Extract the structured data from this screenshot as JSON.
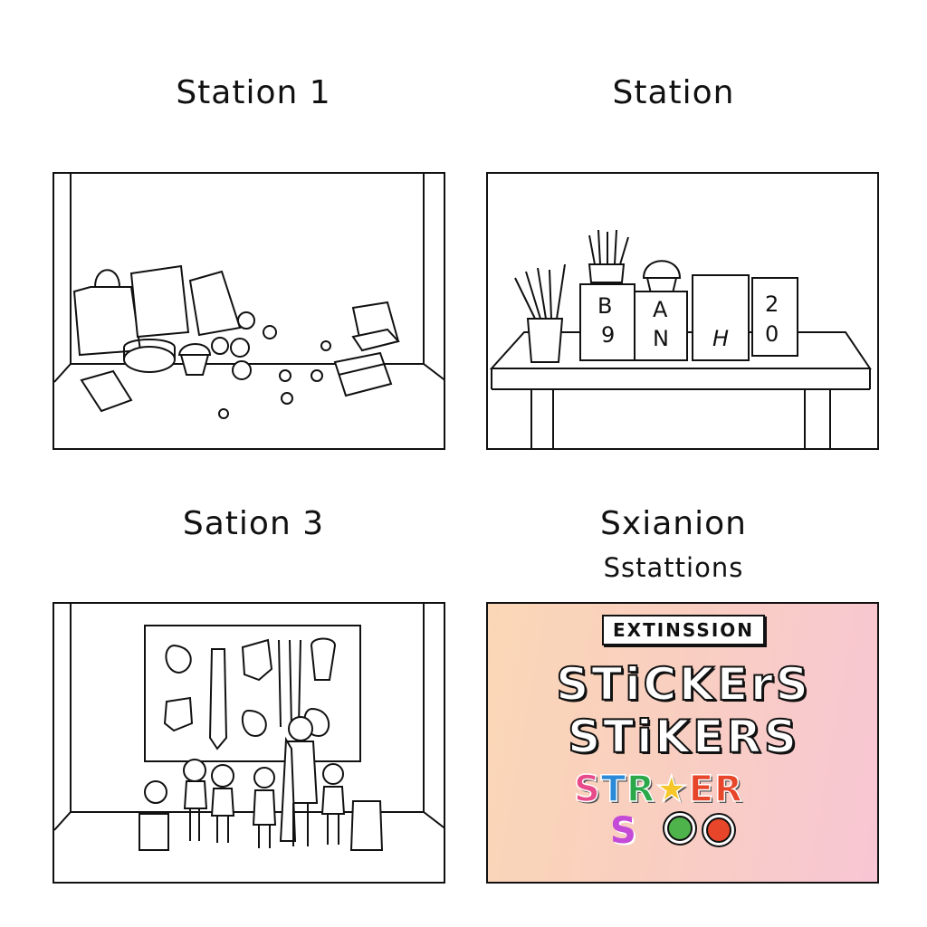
{
  "stations": [
    {
      "title": "Station 1",
      "subtitle": ""
    },
    {
      "title": "Station",
      "subtitle": ""
    },
    {
      "title": "Sation 3",
      "subtitle": ""
    },
    {
      "title": "Sxianion",
      "subtitle": "Sstattions"
    }
  ],
  "panel2": {
    "blocks": [
      "B",
      "9",
      "A",
      "N",
      "H",
      "2",
      "0"
    ]
  },
  "panel4": {
    "banner": "EXTINSSION",
    "line1": "STiCKErS",
    "line2": "STiKERS",
    "colorful": [
      {
        "t": "S",
        "color": "#e84b8a"
      },
      {
        "t": "T",
        "color": "#2b8ad8"
      },
      {
        "t": "R",
        "color": "#2aa84a"
      },
      {
        "t": "★",
        "color": "#f7c72a"
      },
      {
        "t": "ER",
        "color": "#e8462a"
      }
    ],
    "colorful2": "S"
  }
}
